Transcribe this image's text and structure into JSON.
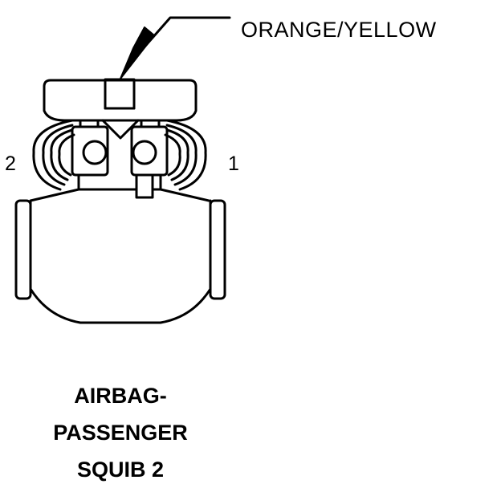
{
  "callout": {
    "wire_color_label": "ORANGE/YELLOW"
  },
  "pins": {
    "left_label": "2",
    "right_label": "1"
  },
  "title": {
    "line1": "AIRBAG-",
    "line2": "PASSENGER",
    "line3": "SQUIB 2"
  },
  "colors": {
    "ink": "#000000",
    "background": "#ffffff"
  }
}
